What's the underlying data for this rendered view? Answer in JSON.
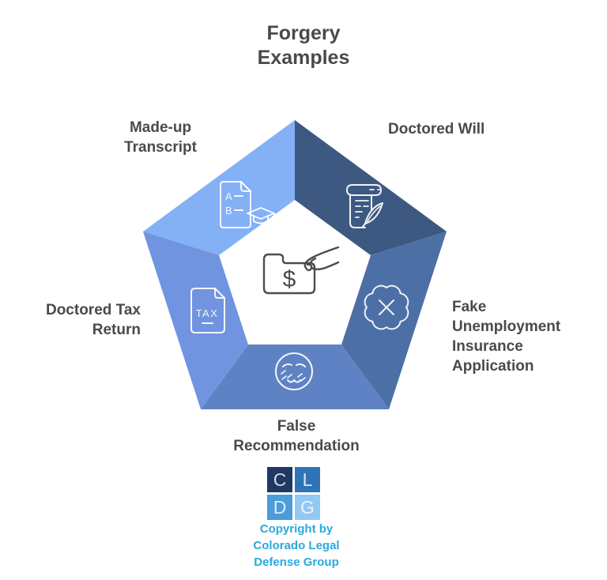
{
  "title": {
    "text": "Forgery\nExamples"
  },
  "pentagon": {
    "segments": [
      {
        "id": "made-up-transcript",
        "label": "Made-up\nTranscript",
        "color": "#84B0F6",
        "icon": "transcript-icon"
      },
      {
        "id": "doctored-will",
        "label": "Doctored Will",
        "color": "#3D5981",
        "icon": "scroll-quill-icon"
      },
      {
        "id": "fake-unemployment",
        "label": "Fake\nUnemployment\nInsurance\nApplication",
        "color": "#4C70A6",
        "icon": "seal-x-icon"
      },
      {
        "id": "false-recommendation",
        "label": "False\nRecommendation",
        "color": "#5E82C3",
        "icon": "shy-face-icon"
      },
      {
        "id": "doctored-tax-return",
        "label": "Doctored Tax\nReturn",
        "color": "#7094E0",
        "icon": "tax-document-icon"
      }
    ],
    "icon_texts": {
      "grade_a": "A",
      "grade_b": "B",
      "tax": "TAX",
      "dollar": "$"
    },
    "center_icon": "hand-taking-money-icon",
    "icon_stroke": "#FFFFFF",
    "center_stroke": "#4D4D4D"
  },
  "logo": {
    "letters": [
      "C",
      "L",
      "D",
      "G"
    ],
    "colors": [
      "#1F3864",
      "#2E74B5",
      "#4B9CD9",
      "#92C9F3"
    ]
  },
  "copyright": {
    "text": "Copyright by\nColorado Legal\nDefense Group",
    "color": "#29A9E1"
  },
  "text_color": "#4A4A4A"
}
